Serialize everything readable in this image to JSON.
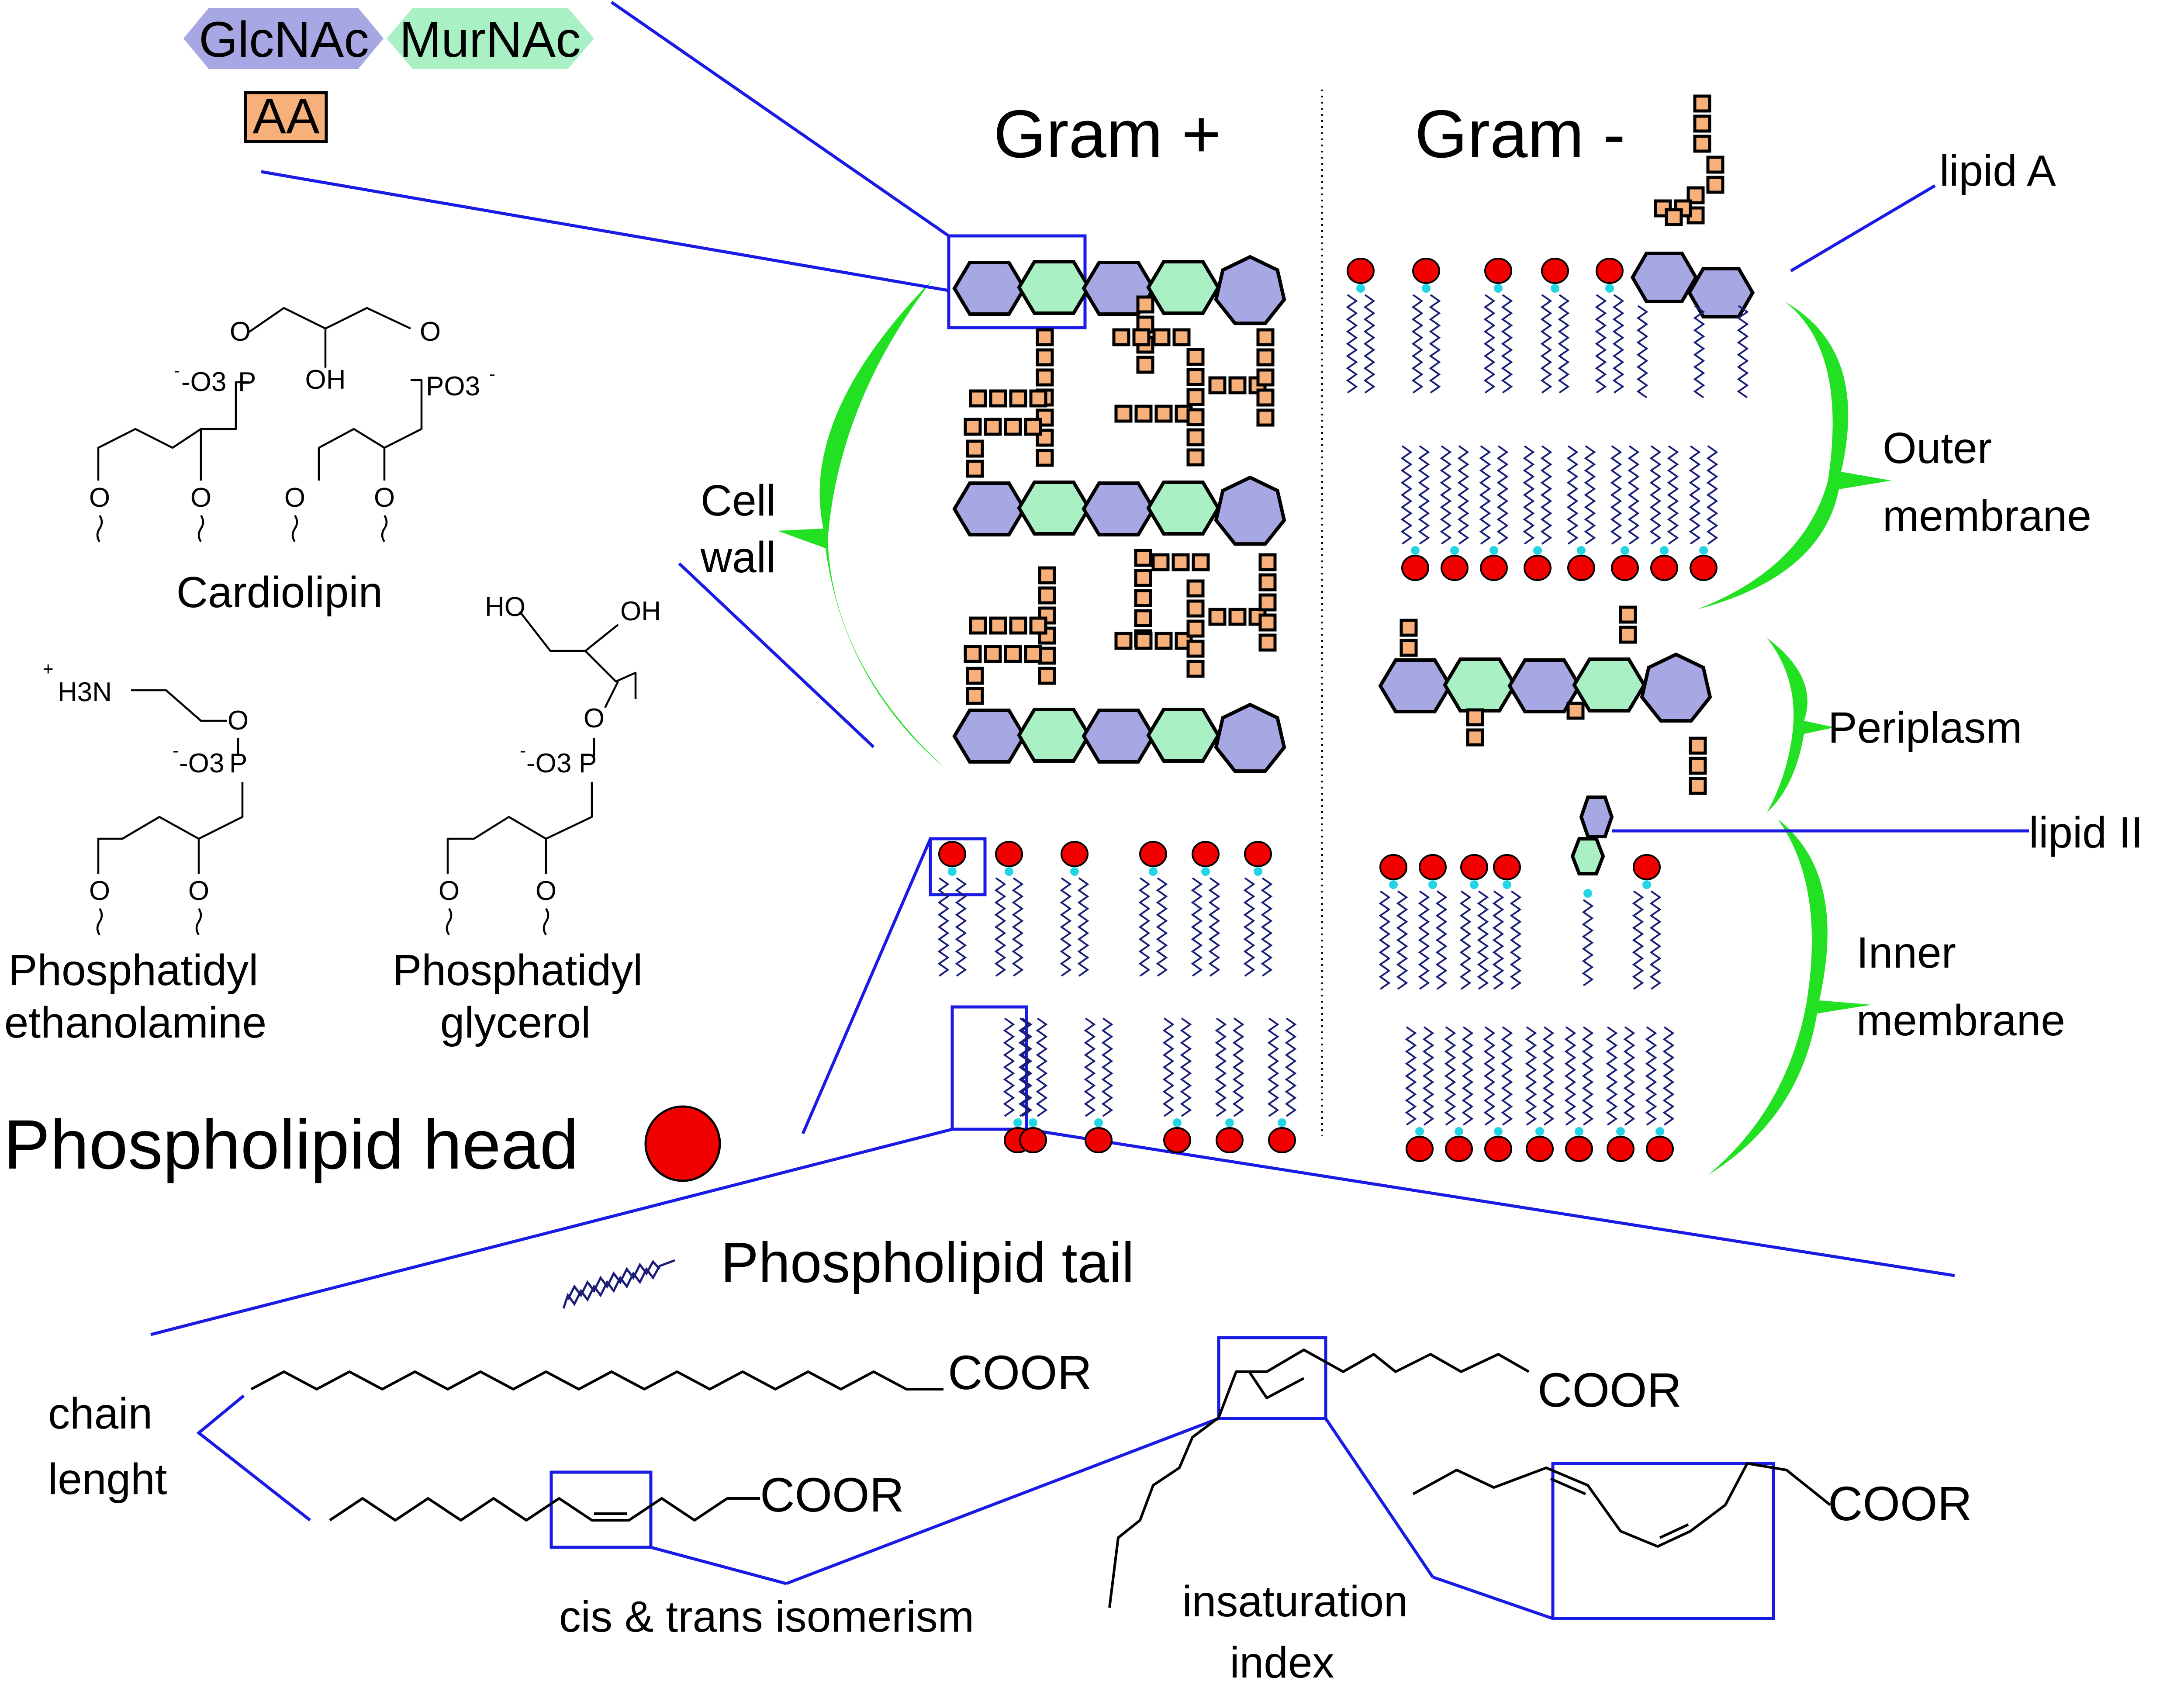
{
  "legend": {
    "glcnac": "GlcNAc",
    "murnac": "MurNAc",
    "aa": "AA",
    "phospholipid_head": "Phospholipid head",
    "phospholipid_tail": "Phospholipid tail"
  },
  "molecules": {
    "cardiolipin": "Cardiolipin",
    "pe_line1": "Phosphatidyl",
    "pe_line2": "ethanolamine",
    "pg_line1": "Phosphatidyl",
    "pg_line2": "glycerol",
    "atoms": {
      "o": "O",
      "p": "P",
      "oh": "OH",
      "ho": "HO",
      "o3_neg": "-O3",
      "po3": "PO3",
      "neg": "-",
      "plus": "+",
      "h3n": "H3N"
    }
  },
  "gram_positive": {
    "title": "Gram +",
    "cell_wall_line1": "Cell",
    "cell_wall_line2": "wall"
  },
  "gram_negative": {
    "title": "Gram -",
    "lipid_a": "lipid A",
    "outer_line1": "Outer",
    "outer_line2": "membrane",
    "periplasm": "Periplasm",
    "lipid_ii": "lipid II",
    "inner_line1": "Inner",
    "inner_line2": "membrane"
  },
  "fatty_acids": {
    "chain_line1": "chain",
    "chain_line2": "lenght",
    "coor": "COOR",
    "cis_trans": "cis & trans isomerism",
    "insat_line1": "insaturation",
    "insat_line2": "index"
  },
  "colors": {
    "glcnac_fill": "#a7a7e3",
    "murnac_fill": "#a9f0c5",
    "amino_acid_fill": "#f7b07a",
    "head_fill": "#f20000",
    "link_dot": "#22d5e5",
    "tail_stroke": "#1a1e78",
    "zoom_lines": "#1b1be6",
    "brace_green": "#22e022"
  }
}
